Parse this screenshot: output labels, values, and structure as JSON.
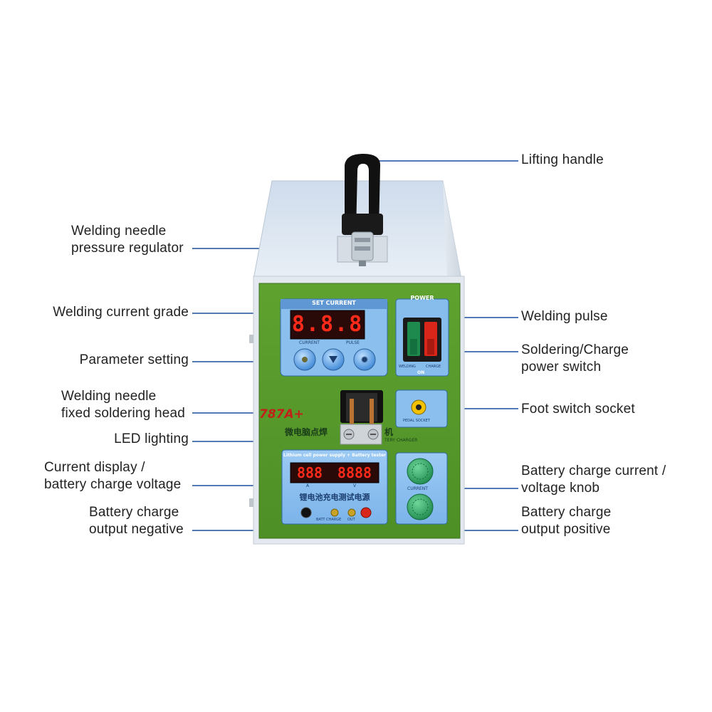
{
  "labels_left": [
    {
      "id": "needle-pressure-regulator",
      "lines": [
        "Welding needle",
        "pressure regulator"
      ]
    },
    {
      "id": "welding-current-grade",
      "lines": [
        "Welding current grade"
      ]
    },
    {
      "id": "parameter-setting",
      "lines": [
        "Parameter setting"
      ]
    },
    {
      "id": "needle-fixed-head",
      "lines": [
        "Welding needle",
        "fixed soldering head"
      ]
    },
    {
      "id": "led-lighting",
      "lines": [
        "LED lighting"
      ]
    },
    {
      "id": "current-display",
      "lines": [
        "Current display /",
        "battery charge voltage"
      ]
    },
    {
      "id": "charge-output-negative",
      "lines": [
        "Battery charge",
        "output negative"
      ]
    }
  ],
  "labels_right": [
    {
      "id": "lifting-handle",
      "lines": [
        "Lifting handle"
      ]
    },
    {
      "id": "welding-pulse",
      "lines": [
        "Welding pulse"
      ]
    },
    {
      "id": "power-switch",
      "lines": [
        "Soldering/Charge",
        "power switch"
      ]
    },
    {
      "id": "foot-switch-socket",
      "lines": [
        "Foot switch socket"
      ]
    },
    {
      "id": "charge-knob",
      "lines": [
        "Battery charge current /",
        "voltage knob"
      ]
    },
    {
      "id": "charge-output-positive",
      "lines": [
        "Battery charge",
        "output positive"
      ]
    }
  ],
  "panel": {
    "set_current_title": "SET CURRENT",
    "power_title": "POWER",
    "display_digits": "8.8.8",
    "current_label": "CURRENT",
    "pulse_label": "PULSE",
    "welding_label": "WELDING",
    "charge_label": "CHARGE",
    "on_label": "ON",
    "model": "787A+",
    "chinese_title_left": "微电脑点焊",
    "chinese_title_right": "机",
    "battery_charger_label": "TERY CHARGER",
    "pedal_socket_label": "PEDAL SOCKET",
    "lithium_title": "Lithium cell power supply + Battery tester",
    "display_left": "888",
    "display_right": "8888",
    "unit_a": "A",
    "unit_v": "V",
    "chinese_bottom": "锂电池充电测试电源",
    "batt_charge_label": "BATT CHARGE",
    "out_label": "OUT",
    "knob_current_label": "CURRENT"
  },
  "colors": {
    "line": "#1a4e9a",
    "panel_green": "#5a9e2e",
    "panel_blue": "#8ac0f0",
    "led_red": "#ff2a1a"
  }
}
